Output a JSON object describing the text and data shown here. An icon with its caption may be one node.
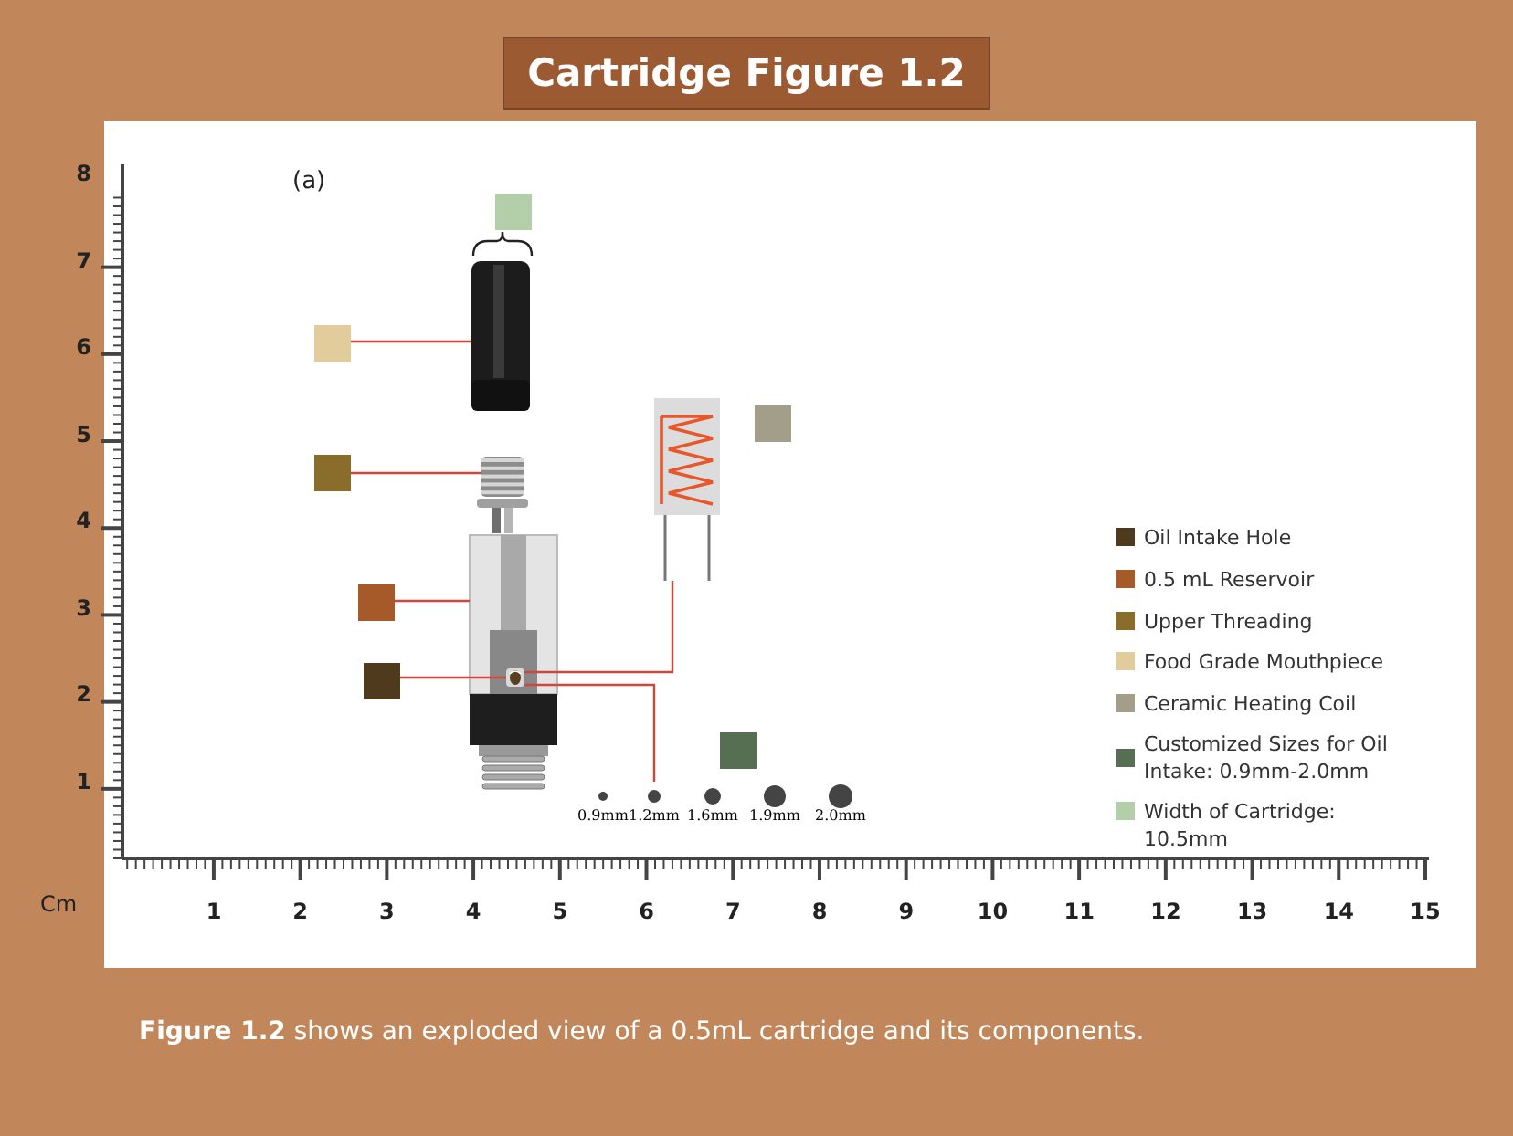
{
  "diagram": {
    "title": "Cartridge Figure 1.2",
    "caption": "**Figure 1.2** shows an exploded view of a 0.5mL cartridge and its components.",
    "nodes": [
      {
        "text": [],
        "shape": "box"
      },
      {
        "text": [],
        "shape": "box"
      },
      {
        "text": [],
        "shape": "picture"
      },
      {
        "text": [],
        "shape": "box"
      },
      {
        "text": [],
        "shape": "picture"
      },
      {
        "text": [],
        "shape": "box"
      },
      {
        "text": [],
        "shape": "picture"
      },
      {
        "text": [],
        "shape": "box"
      },
      {
        "text": [],
        "shape": "picture"
      },
      {
        "text": [],
        "shape": "box"
      },
      {
        "text": [],
        "shape": "picture",
        "in": 8
      },
      {
        "text": [],
        "shape": "box"
      },
      {
        "text": [
          "0.9mm"
        ]
      },
      {
        "text": [
          "1.2mm"
        ]
      },
      {
        "text": [
          "1.6mm"
        ]
      },
      {
        "text": [
          "1.9mm"
        ]
      },
      {
        "text": [
          "2.0mm"
        ]
      }
    ],
    "edges": [
      {
        "from": 1,
        "to": 2,
        "arrow": "none"
      },
      {
        "from": 5,
        "to": 6,
        "arrow": "none"
      },
      {
        "from": 7,
        "to": 8,
        "arrow": "none"
      },
      {
        "from": 9,
        "to": 10,
        "arrow": "none"
      },
      {
        "from": 4,
        "to": 10,
        "arrow": "none"
      },
      {
        "from": 10,
        "to": 13,
        "arrow": "none"
      }
    ],
    "labels": [
      "8",
      "(a)",
      "7",
      "6",
      "5",
      "4",
      "3",
      "2",
      "1",
      "Cm",
      "1",
      "2",
      "3",
      "4",
      "5",
      "6",
      "7",
      "8",
      "9",
      "10",
      "11",
      "12",
      "13",
      "14",
      "15"
    ],
    "legend": [
      {
        "text": "Oil Intake Hole",
        "color": "#4f3a1e"
      },
      {
        "text": "0.5 mL Reservoir",
        "color": "#a65a2a"
      },
      {
        "text": "Upper Threading",
        "color": "#8a6d2a"
      },
      {
        "text": "Food Grade Mouthpiece",
        "color": "#e2cc9c"
      },
      {
        "text": "Ceramic Heating Coil",
        "color": "#a39e8a"
      },
      {
        "text": "Customized Sizes for Oil Intake: 0.9mm-2.0mm",
        "color": "#566f52"
      },
      {
        "text": "Width of Cartridge: 10.5mm",
        "color": "#b3cfaa"
      }
    ]
  }
}
